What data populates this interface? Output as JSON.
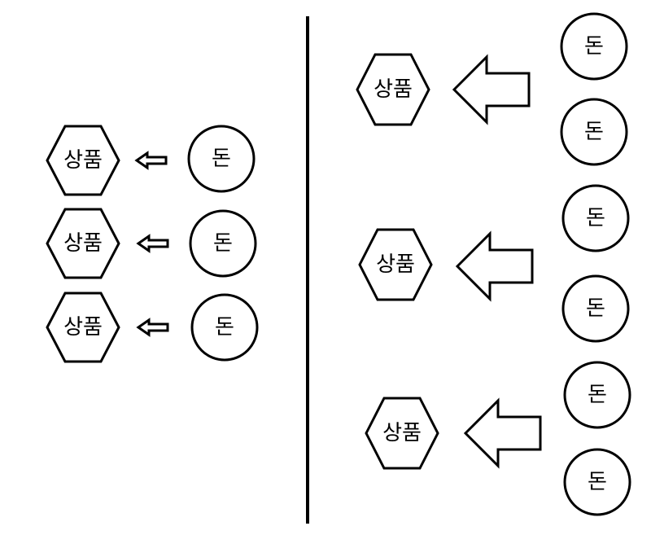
{
  "labels": {
    "goods": "상품",
    "money": "돈"
  },
  "colors": {
    "stroke": "#000000",
    "background": "#ffffff"
  },
  "left_panel": {
    "rows": [
      {
        "goods": "상품",
        "money": "돈"
      },
      {
        "goods": "상품",
        "money": "돈"
      },
      {
        "goods": "상품",
        "money": "돈"
      }
    ]
  },
  "right_panel": {
    "groups": [
      {
        "goods": "상품",
        "money": [
          "돈",
          "돈"
        ]
      },
      {
        "goods": "상품",
        "money": [
          "돈",
          "돈"
        ]
      },
      {
        "goods": "상품",
        "money": [
          "돈",
          "돈"
        ]
      }
    ]
  }
}
